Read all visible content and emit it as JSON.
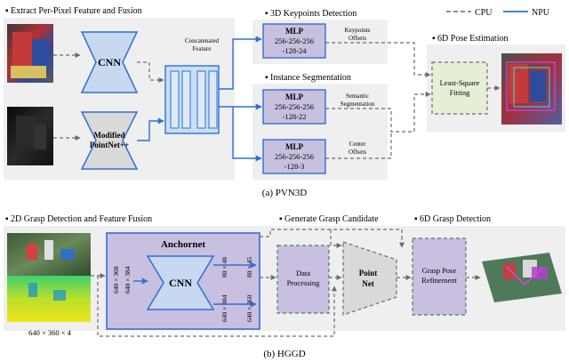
{
  "legend": {
    "cpu": "CPU",
    "npu": "NPU"
  },
  "colors": {
    "npu": "#2f6fd8",
    "cpu": "#6b6b6b",
    "panel": "#efefef",
    "mlp_fill": "#c7c0de",
    "purple_fill": "#c9bfe0",
    "cnn_fill": "#c8d8f0",
    "pointnet_fill": "#d9d9d9",
    "lsf_fill": "#e6efd6",
    "feature_fill": "#c8dff2"
  },
  "pvn3d": {
    "caption": "(a) PVN3D",
    "section_extract": "Extract Per-Pixel Feature and Fusion",
    "section_keypoints": "3D Keypoints Detection",
    "section_instance": "Instance Segmentation",
    "section_pose": "6D Pose Estimation",
    "cnn_label": "CNN",
    "pointnet_label_line1": "Modified",
    "pointnet_label_line2": "PointNet++",
    "concat_label_line1": "Concatenated",
    "concat_label_line2": "Feature",
    "mlp_keypoints": {
      "title": "MLP",
      "line1": "256-256-256",
      "line2": "-128-24",
      "output_line1": "Keypoints",
      "output_line2": "Offsets"
    },
    "mlp_semantic": {
      "title": "MLP",
      "line1": "256-256-256",
      "line2": "-128-22",
      "output_line1": "Semantic",
      "output_line2": "Segmentation"
    },
    "mlp_center": {
      "title": "MLP",
      "line1": "256-256-256",
      "line2": "-128-3",
      "output_line1": "Center",
      "output_line2": "Offsets"
    },
    "lsf_line1": "Least-Square",
    "lsf_line2": "Fitting"
  },
  "hggd": {
    "caption": "(b) HGGD",
    "section_detection": "2D Grasp Detection and Feature Fusion",
    "section_generate": "Generate Grasp Candidate",
    "section_6d": "6D Grasp Detection",
    "input_dims": "640 × 360 × 4",
    "anchornet_label": "Anchornet",
    "cnn_label": "CNN",
    "dim_in_1": "640 × 360",
    "dim_in_2": "640 × 384",
    "dim_out_1": "80 × 48",
    "dim_out_2": "80 × 45",
    "dim_out_3": "640 × 384",
    "dim_out_4": "640 × 360",
    "data_processing_line1": "Data",
    "data_processing_line2": "Processing",
    "pointnet_line1": "Point",
    "pointnet_line2": "Net",
    "grasp_pose_line1": "Grasp Pose",
    "grasp_pose_line2": "Refinement"
  }
}
